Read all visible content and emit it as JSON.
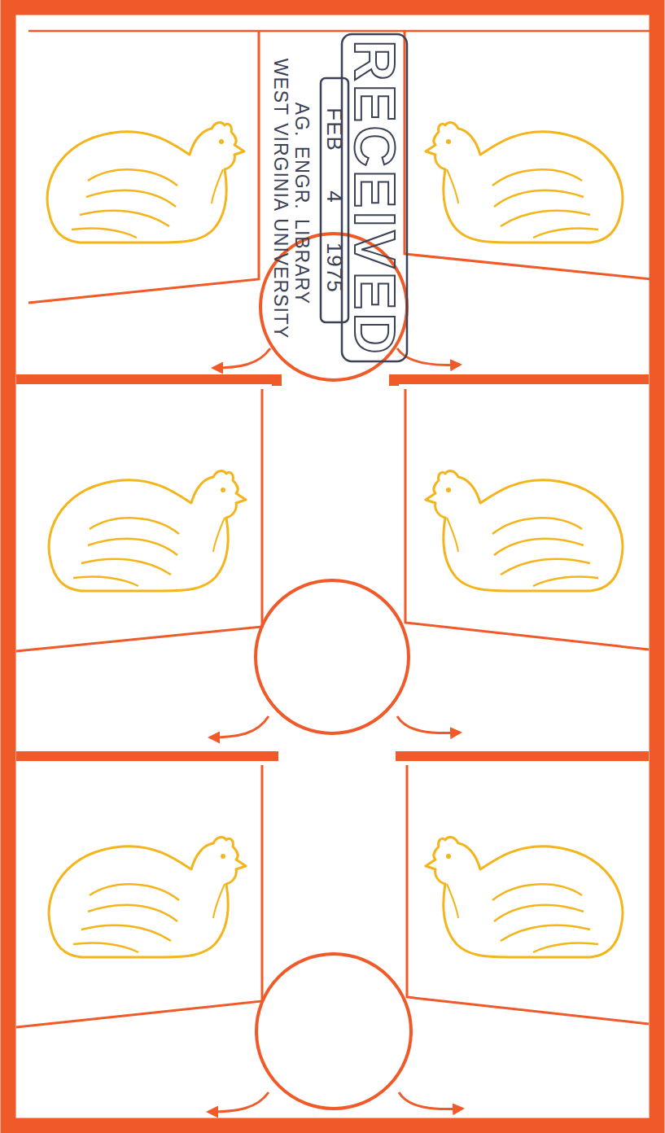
{
  "diagram": {
    "labels": [
      "RECEIVED",
      "FEB 4 1975",
      "AG. ENGR. LIBRARY",
      "WEST VIRGINIA UNIVERSITY"
    ]
  }
}
